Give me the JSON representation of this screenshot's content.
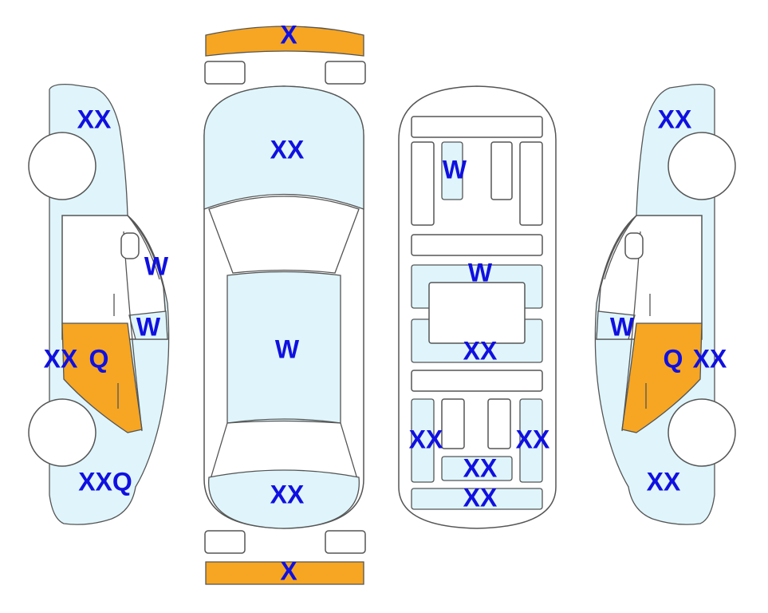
{
  "colors": {
    "panel": "#dff5fb",
    "highlight": "#f6a623",
    "mark_text": "#1010e0",
    "outline": "#555555"
  },
  "views": {
    "left_side": {
      "front_fender": "XX",
      "a_pillar": "W",
      "front_window": "W",
      "front_door_left": "XX",
      "front_door_right": "Q",
      "rear_quarter": "XXQ"
    },
    "top": {
      "front_bumper": "X",
      "hood": "XX",
      "roof": "W",
      "trunk": "XX",
      "rear_bumper": "X"
    },
    "underbody": {
      "front_left": "W",
      "middle_top": "W",
      "middle_bottom": "XX",
      "rear_left": "XX",
      "rear_right": "XX",
      "rear_center": "XX",
      "rear_bottom": "XX"
    },
    "right_side": {
      "front_fender": "XX",
      "front_window": "W",
      "front_door_left": "Q",
      "front_door_right": "XX",
      "rear_quarter": "XX"
    }
  }
}
